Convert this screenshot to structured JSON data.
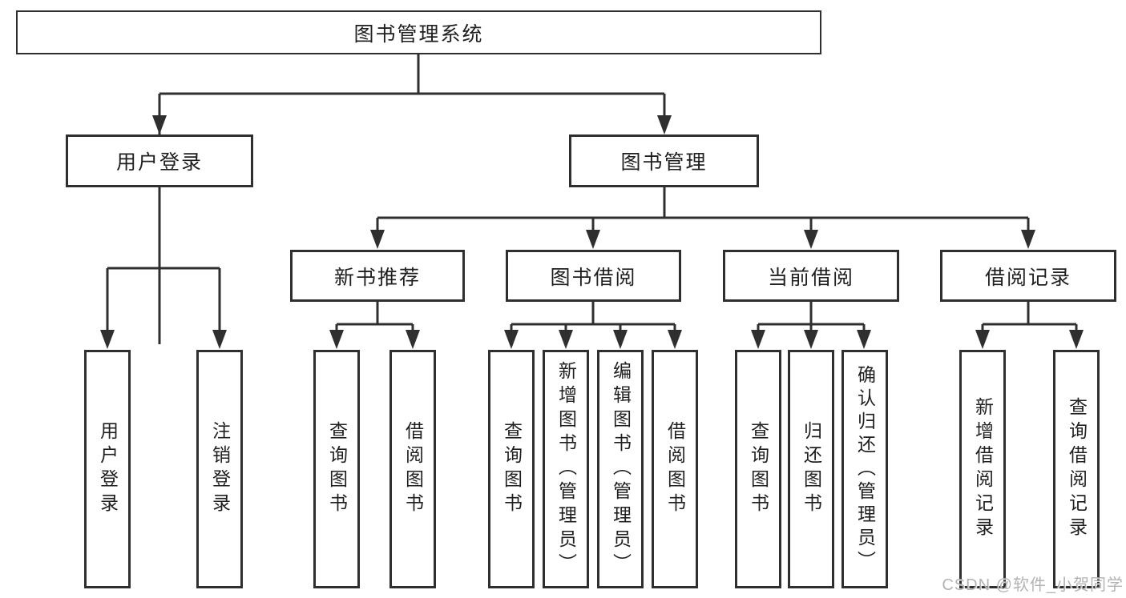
{
  "diagram_title": "图书管理系统",
  "tree": {
    "label": "图书管理系统",
    "children": [
      {
        "label": "用户登录",
        "children": [
          {
            "label": "用户登录"
          },
          {
            "label": "注销登录"
          }
        ]
      },
      {
        "label": "图书管理",
        "children": [
          {
            "label": "新书推荐",
            "children": [
              {
                "label": "查询图书"
              },
              {
                "label": "借阅图书"
              }
            ]
          },
          {
            "label": "图书借阅",
            "children": [
              {
                "label": "查询图书"
              },
              {
                "label": "新增图书（管理员）"
              },
              {
                "label": "编辑图书（管理员）"
              },
              {
                "label": "借阅图书"
              }
            ]
          },
          {
            "label": "当前借阅",
            "children": [
              {
                "label": "查询图书"
              },
              {
                "label": "归还图书"
              },
              {
                "label": "确认归还（管理员）"
              }
            ]
          },
          {
            "label": "借阅记录",
            "children": [
              {
                "label": "新增借阅记录"
              },
              {
                "label": "查询借阅记录"
              }
            ]
          }
        ]
      }
    ]
  },
  "watermark": "CSDN @软件_小贺同学",
  "colors": {
    "line": "#2f2f2f",
    "box_border": "#2f2f2f",
    "text": "#1f1f1f",
    "watermark": "#acacac",
    "background": "#ffffff"
  }
}
